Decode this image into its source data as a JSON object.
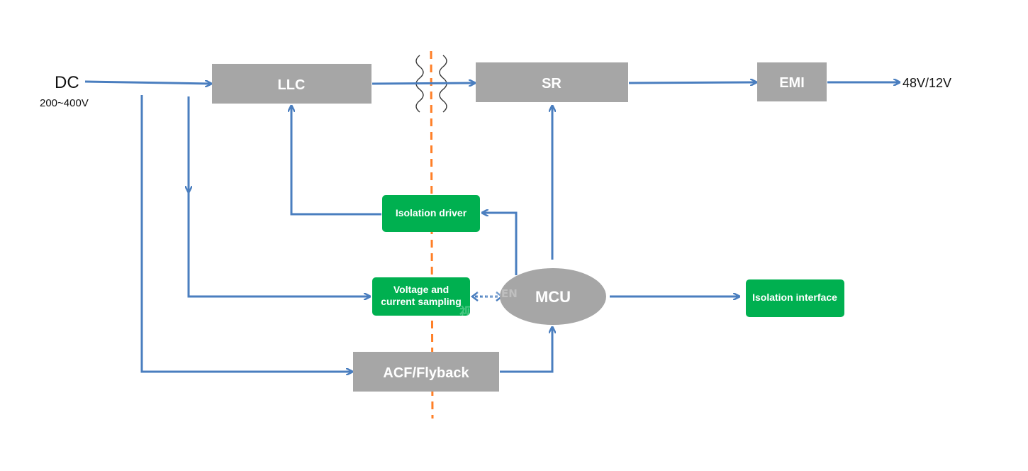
{
  "input": {
    "label": "DC",
    "range": "200~400V"
  },
  "output": {
    "label": "48V/12V"
  },
  "blocks": {
    "llc": "LLC",
    "sr": "SR",
    "emi": "EMI",
    "acf": "ACF/Flyback",
    "mcu": "MCU",
    "iso_driver": "Isolation driver",
    "sampling_line1": "Voltage and",
    "sampling_line2": "current sampling",
    "iso_interface": "Isolation interface"
  },
  "watermark": {
    "latin": "KNSEN",
    "cjk": "视 电子"
  },
  "colors": {
    "wire": "#4a7ebf",
    "gray_block": "#a6a6a6",
    "green_block": "#00b050",
    "isolation_line": "#ff7f27",
    "mcu": "#a6a6a6"
  }
}
